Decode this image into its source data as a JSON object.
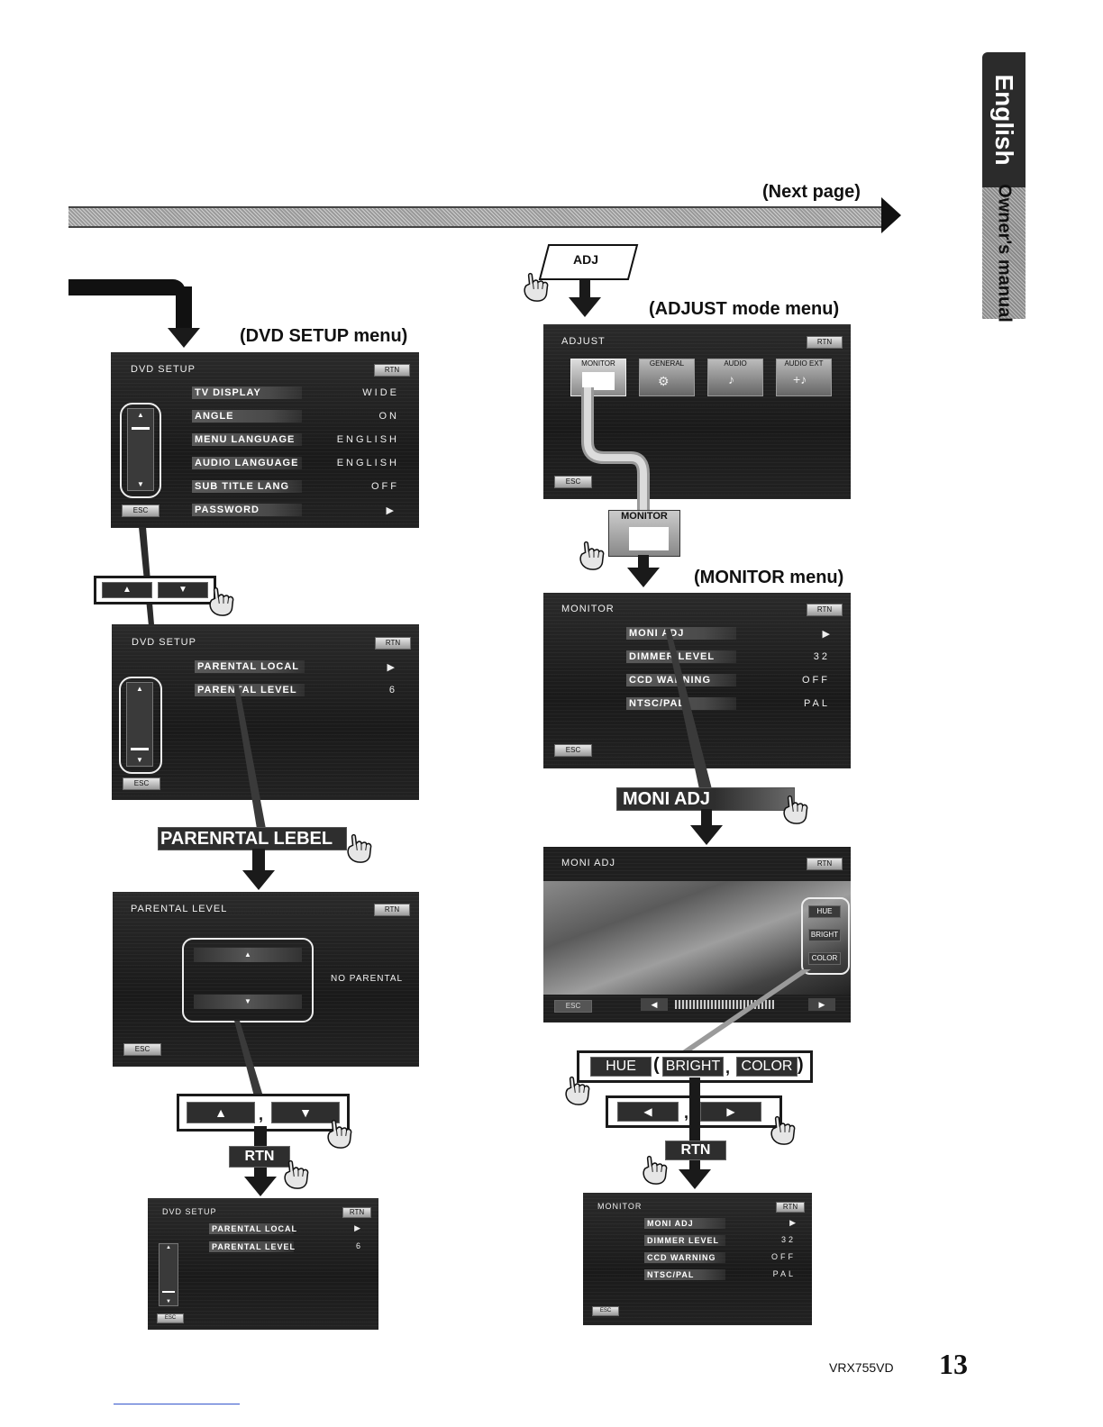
{
  "sidebar": {
    "language": "English",
    "manual": "Owner's manual"
  },
  "next_page": "(Next page)",
  "dvd_setup_menu": {
    "caption": "(DVD SETUP menu)",
    "title": "DVD SETUP",
    "rtn": "RTN",
    "esc": "ESC",
    "rows": [
      {
        "label": "TV DISPLAY",
        "value": "WIDE"
      },
      {
        "label": "ANGLE",
        "value": "ON"
      },
      {
        "label": "MENU LANGUAGE",
        "value": "ENGLISH"
      },
      {
        "label": "AUDIO LANGUAGE",
        "value": "ENGLISH"
      },
      {
        "label": "SUB TITLE LANG",
        "value": "OFF"
      },
      {
        "label": "PASSWORD",
        "value": "▶"
      }
    ]
  },
  "dvd_setup_page2": {
    "title": "DVD SETUP",
    "rtn": "RTN",
    "esc": "ESC",
    "rows": [
      {
        "label": "PARENTAL LOCAL",
        "value": "▶"
      },
      {
        "label": "PARENTAL LEVEL",
        "value": "6"
      }
    ]
  },
  "parental_callout": "PARENRTAL LEBEL",
  "parental_level_menu": {
    "title": "PARENTAL LEVEL",
    "rtn": "RTN",
    "esc": "ESC",
    "value": "NO PARENTAL"
  },
  "rtn_button": "RTN",
  "dvd_setup_result": {
    "title": "DVD SETUP",
    "rtn": "RTN",
    "esc": "ESC",
    "rows": [
      {
        "label": "PARENTAL LOCAL",
        "value": "▶"
      },
      {
        "label": "PARENTAL LEVEL",
        "value": "6"
      }
    ]
  },
  "adj_button": "ADJ",
  "adjust_menu": {
    "caption": "(ADJUST mode menu)",
    "title": "ADJUST",
    "rtn": "RTN",
    "esc": "ESC",
    "tabs": [
      "MONITOR",
      "GENERAL",
      "AUDIO",
      "AUDIO EXT"
    ]
  },
  "monitor_callout": "MONITOR",
  "monitor_menu": {
    "caption": "(MONITOR menu)",
    "title": "MONITOR",
    "rtn": "RTN",
    "esc": "ESC",
    "rows": [
      {
        "label": "MONI ADJ",
        "value": "▶"
      },
      {
        "label": "DIMMER LEVEL",
        "value": "32"
      },
      {
        "label": "CCD WARNING",
        "value": "OFF"
      },
      {
        "label": "NTSC/PAL",
        "value": "PAL"
      }
    ]
  },
  "moni_adj_callout": "MONI ADJ",
  "moni_adj_menu": {
    "title": "MONI ADJ",
    "rtn": "RTN",
    "esc": "ESC",
    "side_buttons": [
      "HUE",
      "BRIGHT",
      "COLOR"
    ]
  },
  "hue_group": {
    "hue": "HUE",
    "open": "(",
    "bright": "BRIGHT",
    "comma": ",",
    "color": "COLOR",
    "close": ")"
  },
  "monitor_result": {
    "title": "MONITOR",
    "rtn": "RTN",
    "esc": "ESC",
    "rows": [
      {
        "label": "MONI ADJ",
        "value": "▶"
      },
      {
        "label": "DIMMER LEVEL",
        "value": "32"
      },
      {
        "label": "CCD WARNING",
        "value": "OFF"
      },
      {
        "label": "NTSC/PAL",
        "value": "PAL"
      }
    ]
  },
  "footer": {
    "model": "VRX755VD",
    "page": "13"
  }
}
